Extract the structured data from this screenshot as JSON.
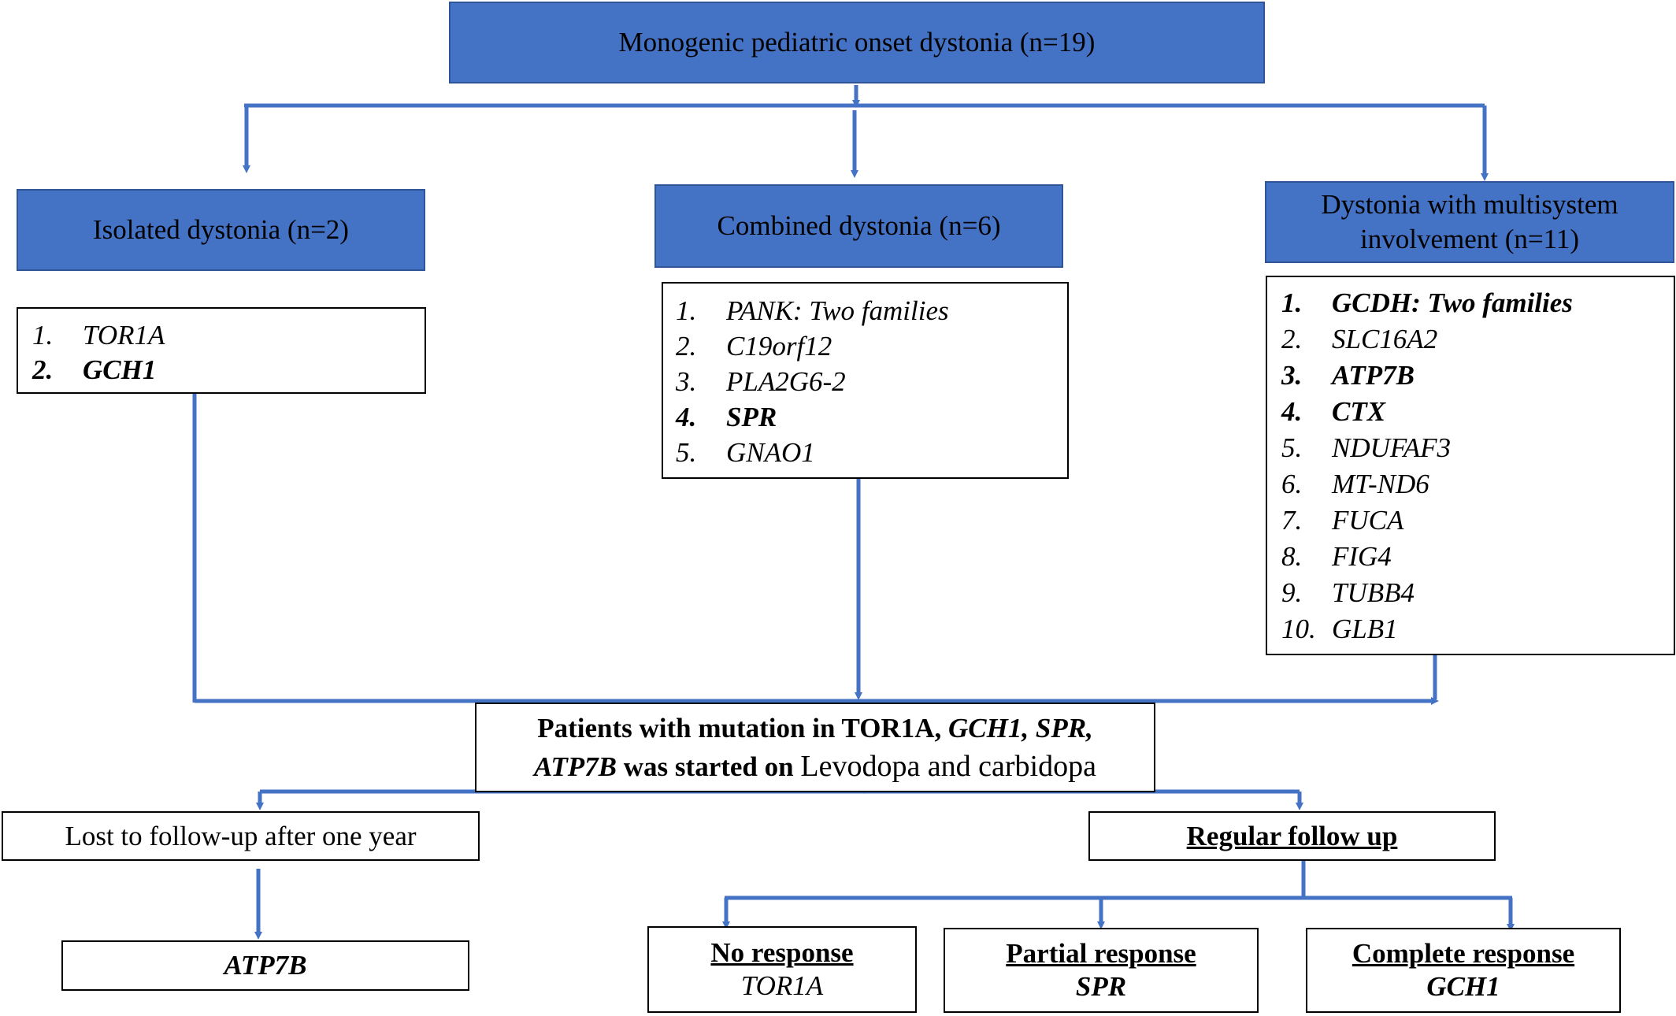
{
  "root": {
    "label": "Monogenic pediatric onset dystonia (n=19)"
  },
  "categories": [
    {
      "label": "Isolated dystonia (n=2)",
      "genes": [
        {
          "num": "1.",
          "name": "TOR1A",
          "bold": false
        },
        {
          "num": "2.",
          "name": "GCH1",
          "bold": true
        }
      ]
    },
    {
      "label": "Combined dystonia (n=6)",
      "genes": [
        {
          "num": "1.",
          "name": "PANK: Two families",
          "bold": false
        },
        {
          "num": "2.",
          "name": "C19orf12",
          "bold": false
        },
        {
          "num": "3.",
          "name": "PLA2G6-2",
          "bold": false
        },
        {
          "num": "4.",
          "name": "SPR",
          "bold": true
        },
        {
          "num": "5.",
          "name": "GNAO1",
          "bold": false
        }
      ]
    },
    {
      "label_line1": "Dystonia with multisystem",
      "label_line2": "involvement (n=11)",
      "genes": [
        {
          "num": "1.",
          "name": "GCDH: Two families",
          "bold": true
        },
        {
          "num": "2.",
          "name": "SLC16A2",
          "bold": false
        },
        {
          "num": "3.",
          "name": "ATP7B",
          "bold": true
        },
        {
          "num": "4.",
          "name": "CTX",
          "bold": true
        },
        {
          "num": "5.",
          "name": "NDUFAF3",
          "bold": false
        },
        {
          "num": "6.",
          "name": "MT-ND6",
          "bold": false
        },
        {
          "num": "7.",
          "name": "FUCA",
          "bold": false
        },
        {
          "num": "8.",
          "name": "FIG4",
          "bold": false
        },
        {
          "num": "9.",
          "name": "TUBB4",
          "bold": false
        },
        {
          "num": "10.",
          "name": "GLB1",
          "bold": false
        }
      ]
    }
  ],
  "treatment": {
    "prefix": "Patients with mutation in TOR1A, ",
    "genes1": "GCH1, SPR,",
    "genes2": "ATP7B",
    "middle": " was started on ",
    "drug": "Levodopa and carbidopa"
  },
  "lost": {
    "label": "Lost to follow-up after one year",
    "gene": "ATP7B"
  },
  "regular": {
    "label": "Regular follow up"
  },
  "responses": [
    {
      "label": "No response",
      "gene": "TOR1A"
    },
    {
      "label": "Partial response",
      "gene": "SPR"
    },
    {
      "label": "Complete response",
      "gene": "GCH1"
    }
  ],
  "colors": {
    "box_fill": "#4472c4",
    "arrow": "#4472c4"
  }
}
